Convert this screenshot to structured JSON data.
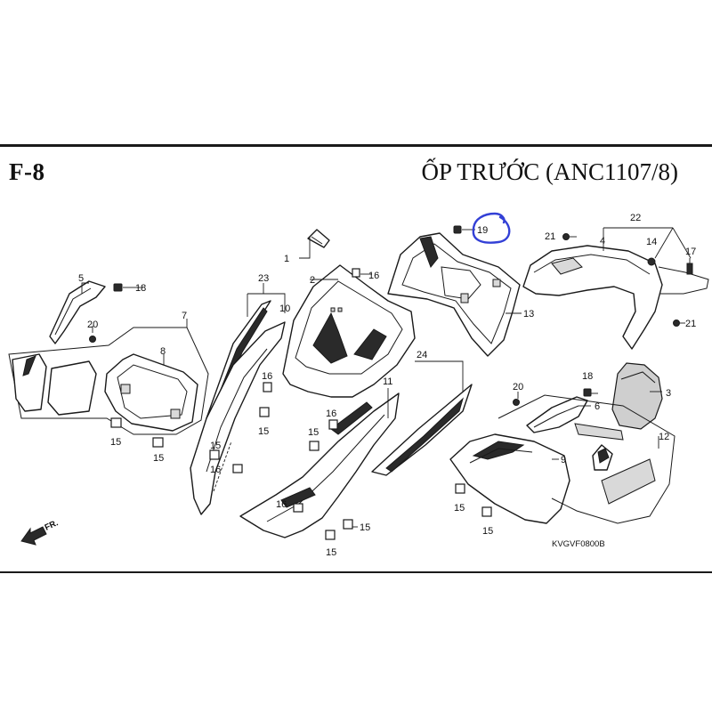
{
  "header": {
    "sheet_code": "F-8",
    "title": "ỐP TRƯỚC (ANC1107/8)"
  },
  "diagram": {
    "drawing_code": "KVGVF0800B",
    "direction_label": "FR.",
    "highlighted_part": "19",
    "highlight_color": "#3340d6",
    "callouts": {
      "p1": "1",
      "p2": "2",
      "p3": "3",
      "p4": "4",
      "p5": "5",
      "p6": "6",
      "p7": "7",
      "p8": "8",
      "p9": "9",
      "p10": "10",
      "p11": "11",
      "p12": "12",
      "p13": "13",
      "p14": "14",
      "p15": "15",
      "p16": "16",
      "p17": "17",
      "p18": "18",
      "p19": "19",
      "p20": "20",
      "p21": "21",
      "p22": "22",
      "p23": "23",
      "p24": "24"
    }
  }
}
